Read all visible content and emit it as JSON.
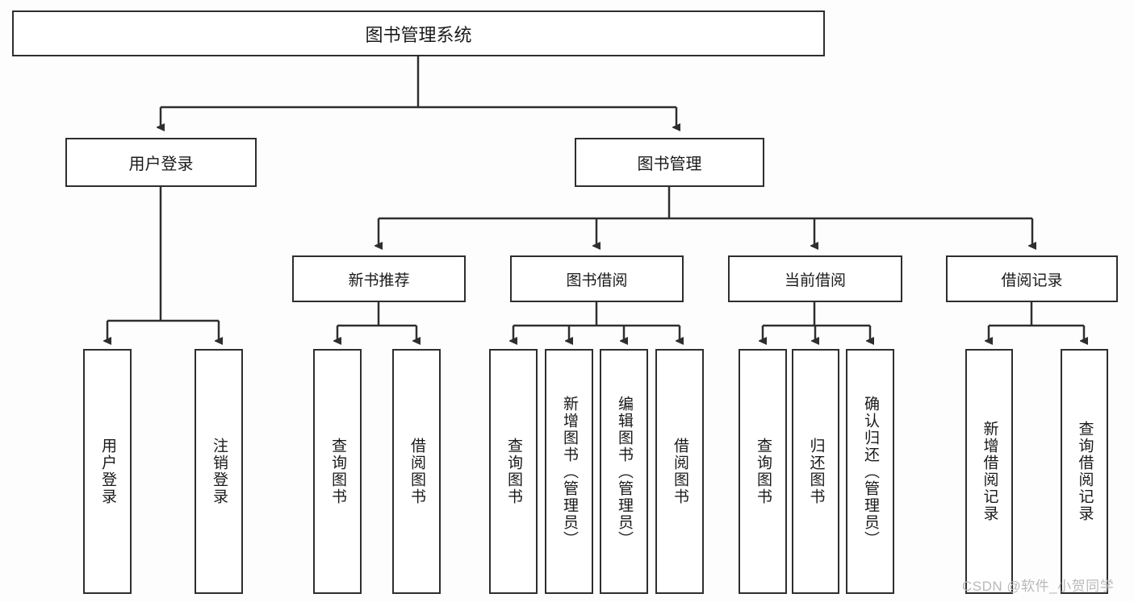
{
  "diagram": {
    "title": "图书管理系统",
    "type": "hierarchy-tree",
    "colors": {
      "border": "#2e2e2e",
      "node_fill": "#ffffff",
      "text": "#1a1a1a",
      "background": "#fdfdfd",
      "watermark": "#b9b9b9"
    },
    "root": {
      "label": "图书管理系统"
    },
    "level2": [
      {
        "label": "用户登录"
      },
      {
        "label": "图书管理"
      }
    ],
    "level3": [
      {
        "label": "新书推荐"
      },
      {
        "label": "图书借阅"
      },
      {
        "label": "当前借阅"
      },
      {
        "label": "借阅记录"
      }
    ],
    "leaves": {
      "user_login": [
        {
          "label": "用户登录"
        },
        {
          "label": "注销登录"
        }
      ],
      "new_book_recommend": [
        {
          "label": "查询图书"
        },
        {
          "label": "借阅图书"
        }
      ],
      "book_borrow": [
        {
          "label": "查询图书"
        },
        {
          "label": "新增图书（管理员）"
        },
        {
          "label": "编辑图书（管理员）"
        },
        {
          "label": "借阅图书"
        }
      ],
      "current_borrow": [
        {
          "label": "查询图书"
        },
        {
          "label": "归还图书"
        },
        {
          "label": "确认归还（管理员）"
        }
      ],
      "borrow_record": [
        {
          "label": "新增借阅记录"
        },
        {
          "label": "查询借阅记录"
        }
      ]
    },
    "watermark": "CSDN @软件_小贺同学"
  }
}
